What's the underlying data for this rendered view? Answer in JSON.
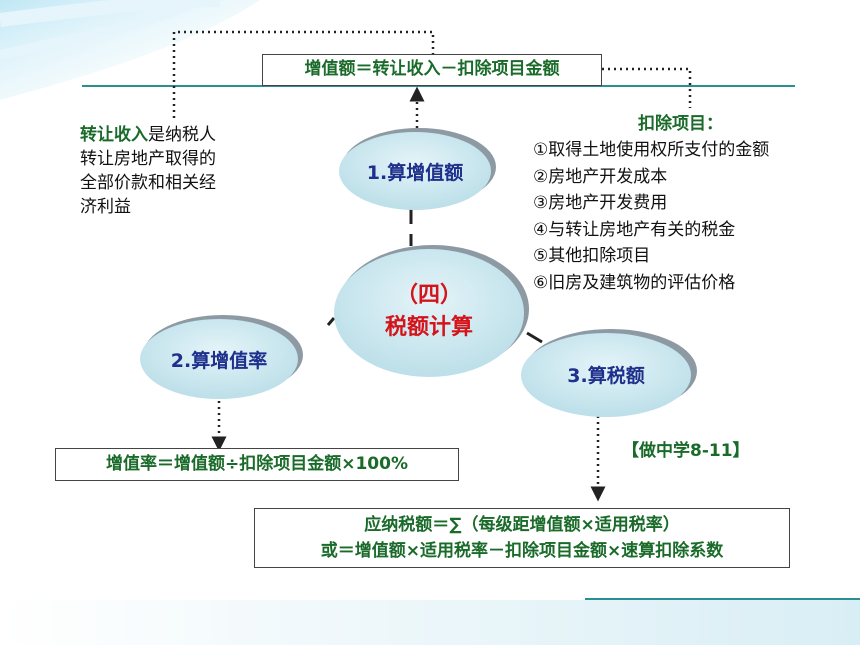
{
  "top_formula": "增值额＝转让收入－扣除项目金额",
  "transfer_income": {
    "term": "转让收入",
    "lines": [
      "是纳税人",
      "转让房地产取得的",
      "全部价款和相关经",
      "济利益"
    ]
  },
  "deductions": {
    "title": "扣除项目：",
    "items": [
      "①取得土地使用权所支付的金额",
      "②房地产开发成本",
      "③房地产开发费用",
      "④与转让房地产有关的税金",
      "⑤其他扣除项目",
      "⑥旧房及建筑物的评估价格"
    ]
  },
  "center": {
    "line1": "（四）",
    "line2": "税额计算"
  },
  "steps": {
    "step1": "1.算增值额",
    "step2": "2.算增值率",
    "step3": "3.算税额"
  },
  "rate_formula": "增值率＝增值额÷扣除项目金额×100%",
  "practice_label": "【做中学8-11】",
  "tax_formula": {
    "line1": "应纳税额＝∑（每级距增值额×适用税率）",
    "line2": "或＝增值额×适用税率－扣除项目金额×速算扣除系数"
  },
  "colors": {
    "term_green": "#1a6b2a",
    "ellipse_text": "#1e2f8c",
    "center_text": "#d4141a",
    "ellipse_fill": "#c9e6ee",
    "rule_teal": "#2a8f92"
  }
}
